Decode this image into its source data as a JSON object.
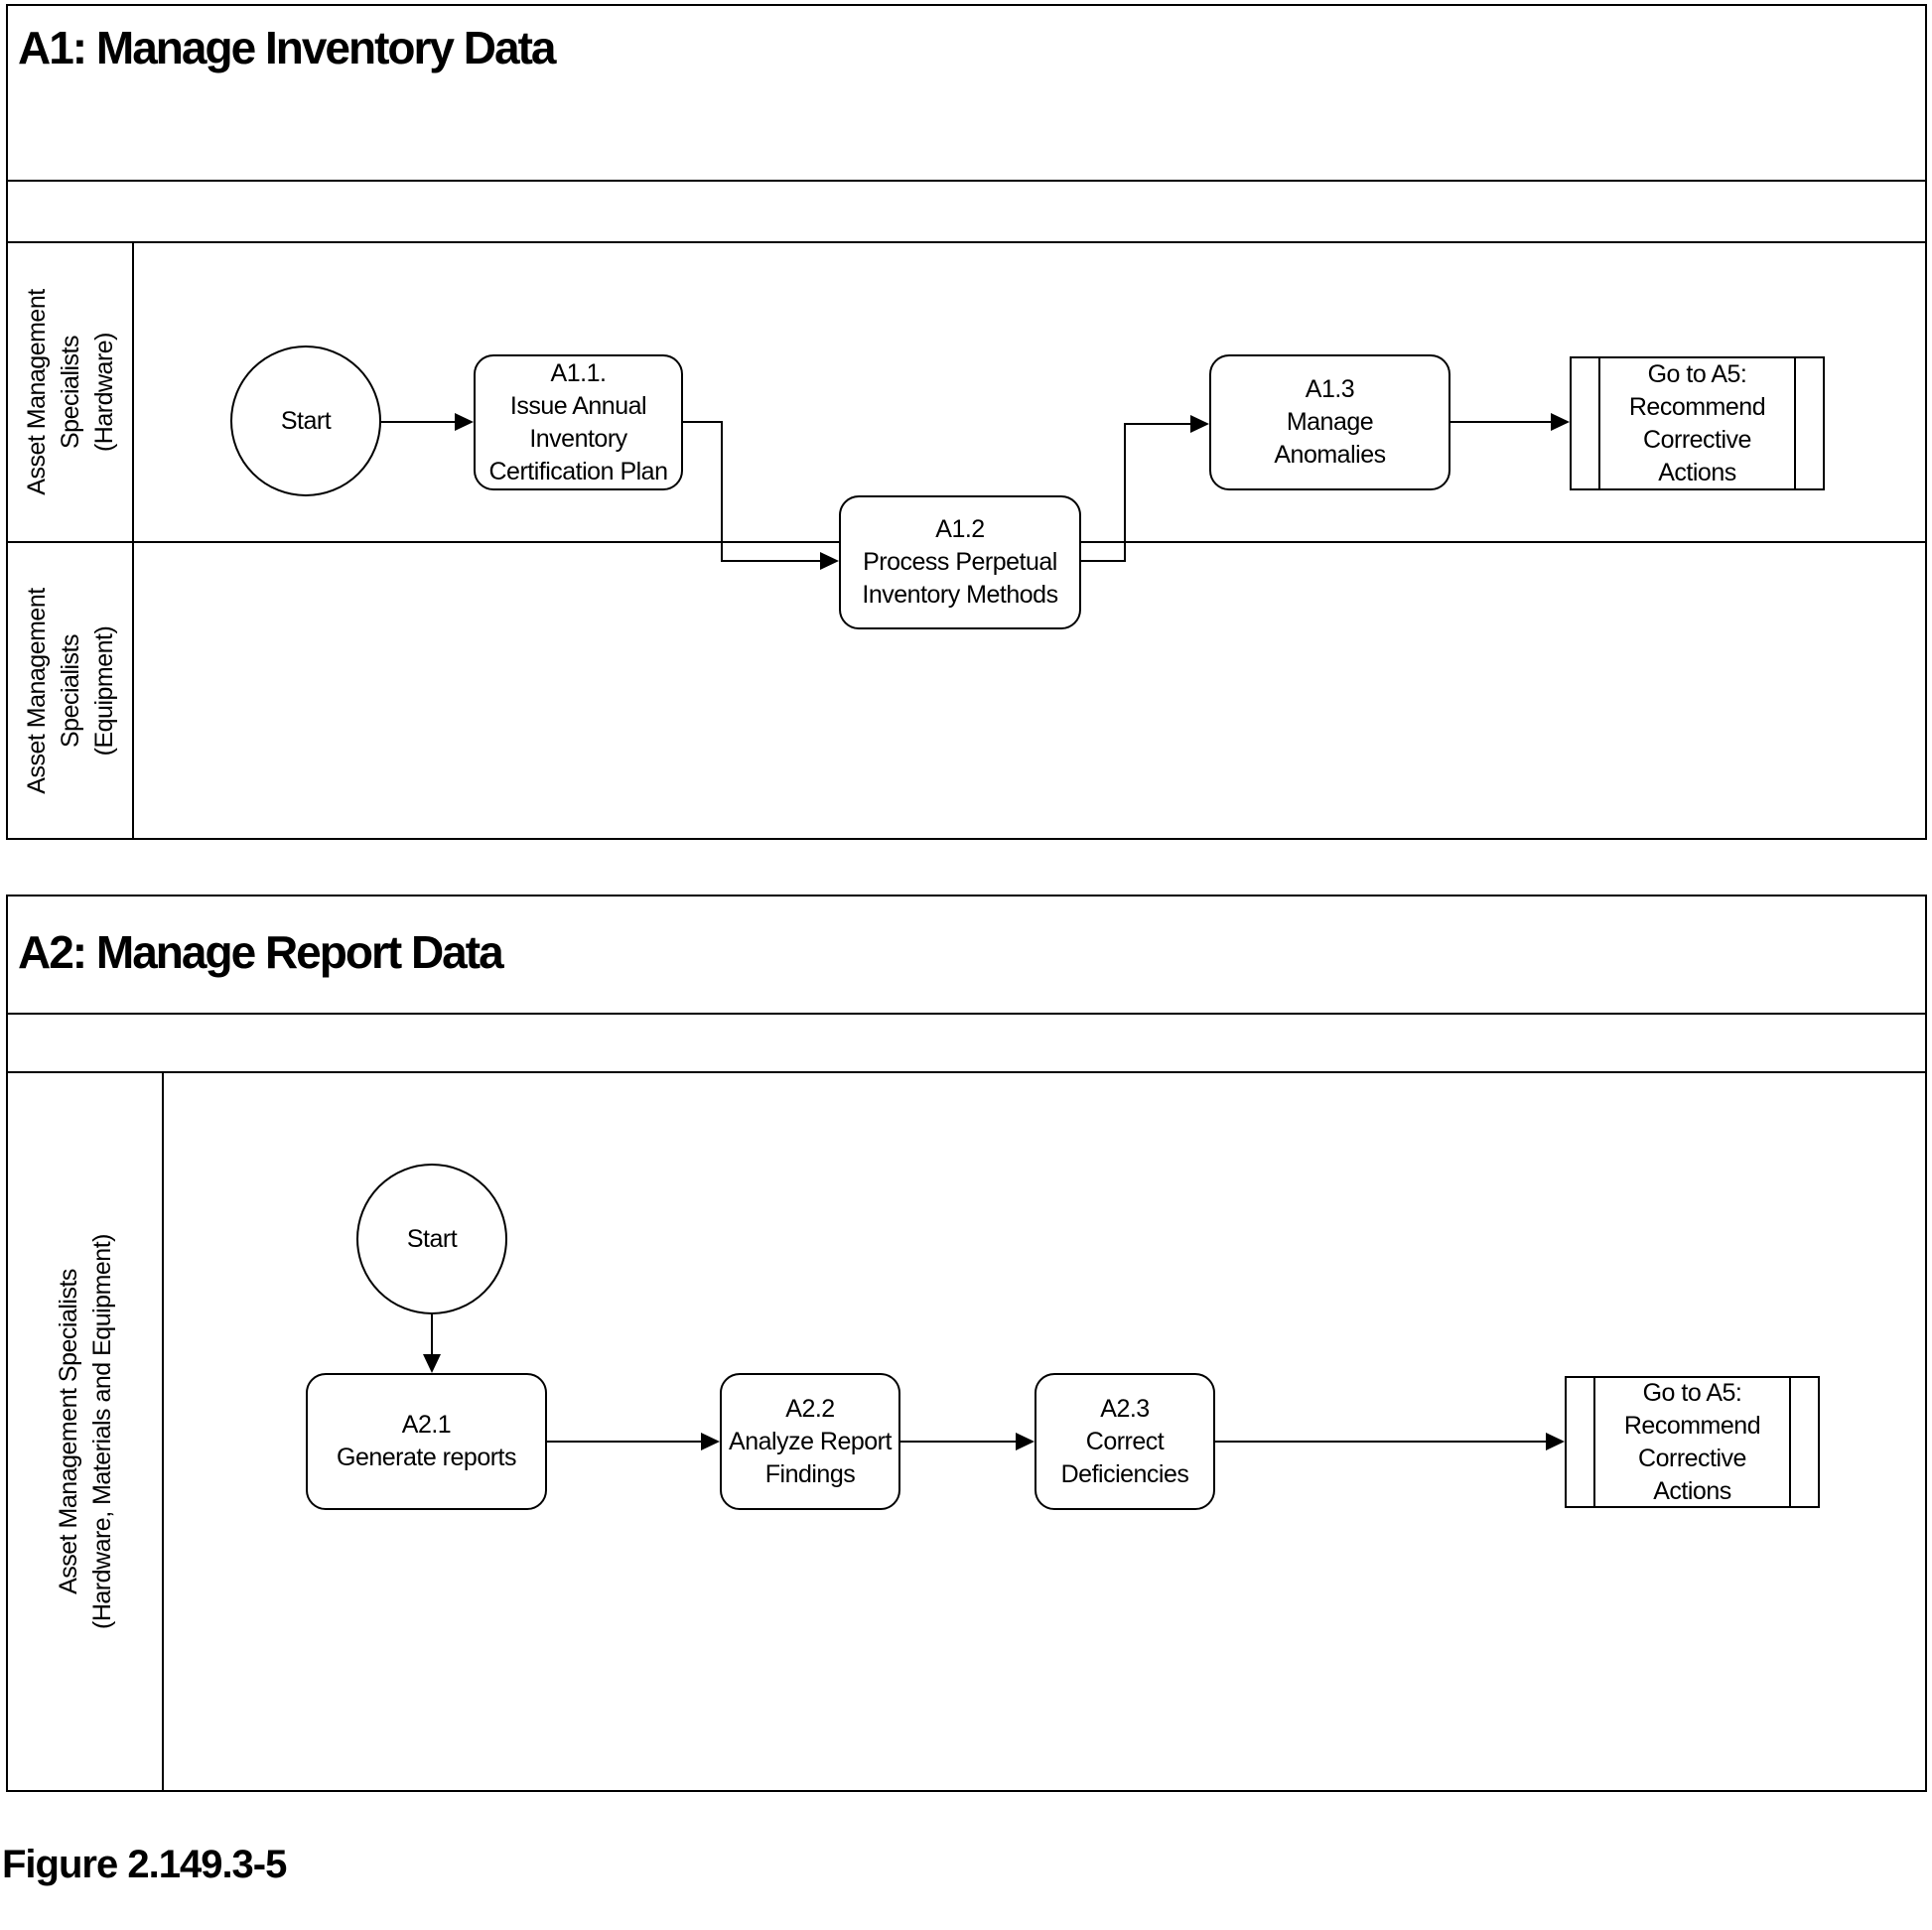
{
  "figure_caption": "Figure 2.149.3-5",
  "colors": {
    "line": "#000000",
    "background": "#ffffff",
    "text": "#000000"
  },
  "diagram_a1": {
    "title": "A1: Manage Inventory Data",
    "lanes": [
      {
        "label": "Asset Management\nSpecialists\n(Hardware)"
      },
      {
        "label": "Asset Management\nSpecialists\n(Equipment)"
      }
    ],
    "nodes": {
      "start": "Start",
      "a11": "A1.1.\nIssue Annual\nInventory\nCertification Plan",
      "a12": "A1.2\nProcess Perpetual\nInventory Methods",
      "a13": "A1.3\nManage\nAnomalies",
      "goto_a5": "Go to A5:\nRecommend\nCorrective\nActions"
    }
  },
  "diagram_a2": {
    "title": "A2: Manage Report Data",
    "lanes": [
      {
        "label": "Asset Management Specialists\n(Hardware, Materials and Equipment)"
      }
    ],
    "nodes": {
      "start": "Start",
      "a21": "A2.1\nGenerate reports",
      "a22": "A2.2\nAnalyze Report\nFindings",
      "a23": "A2.3\nCorrect\nDeficiencies",
      "goto_a5": "Go to A5:\nRecommend\nCorrective\nActions"
    }
  }
}
